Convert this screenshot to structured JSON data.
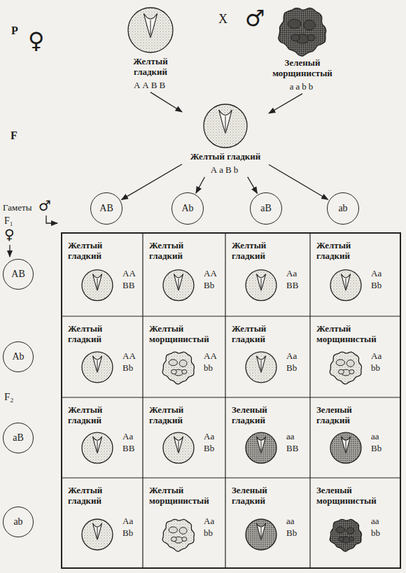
{
  "diagram": {
    "nodes": [
      {
        "text": [
          "Желтый гладкий",
          "AABB"
        ]
      },
      {
        "text": [
          "Зеленый морщинистый",
          "aabb"
        ]
      },
      {
        "text": [
          "Желтый гладкий",
          "AaBb"
        ]
      },
      {
        "text": [
          "AB"
        ]
      },
      {
        "text": [
          "Ab"
        ]
      },
      {
        "text": [
          "aB"
        ]
      },
      {
        "text": [
          "ab"
        ]
      },
      {
        "text": [
          "AB"
        ]
      },
      {
        "text": [
          "Ab"
        ]
      },
      {
        "text": [
          "aB"
        ]
      },
      {
        "text": [
          "ab"
        ]
      },
      {
        "text": [
          "Желтый гладкий",
          "AA BB"
        ]
      },
      {
        "text": [
          "Желтый гладкий",
          "AA Bb"
        ]
      },
      {
        "text": [
          "Желтый гладкий",
          "Aa BB"
        ]
      },
      {
        "text": [
          "Желтый гладкий",
          "Aa Bb"
        ]
      },
      {
        "text": [
          "Желтый гладкий",
          "AA Bb"
        ]
      },
      {
        "text": [
          "Желтый морщинистый",
          "AA bb"
        ]
      },
      {
        "text": [
          "Желтый гладкий",
          "Aa Bb"
        ]
      },
      {
        "text": [
          "Желтый морщинистый",
          "Aa bb"
        ]
      },
      {
        "text": [
          "Желтый гладкий",
          "Aa BB"
        ]
      },
      {
        "text": [
          "Желтый гладкий",
          "Aa Bb"
        ]
      },
      {
        "text": [
          "Зеленый гладкий",
          "aa BB"
        ]
      },
      {
        "text": [
          "Зеленый гладкий",
          "aa Bb"
        ]
      },
      {
        "text": [
          "Желтый гладкий",
          "Aa Bb"
        ]
      },
      {
        "text": [
          "Желтый морщинистый",
          "Aa bb"
        ]
      },
      {
        "text": [
          "Зеленый гладкий",
          "aa Bb"
        ]
      },
      {
        "text": [
          "Зеленый морщинистый",
          "aa bb"
        ]
      }
    ],
    "edges": [
      {
        "from": 0,
        "to": 2,
        "arrow": "to"
      },
      {
        "from": 1,
        "to": 2,
        "arrow": "to"
      },
      {
        "from": 2,
        "to": 3,
        "arrow": "to"
      },
      {
        "from": 2,
        "to": 4,
        "arrow": "to"
      },
      {
        "from": 2,
        "to": 5,
        "arrow": "to"
      },
      {
        "from": 2,
        "to": 6,
        "arrow": "to"
      }
    ],
    "labels": [
      "P",
      "♀",
      "X",
      "♂",
      "F",
      "Гаметы",
      "♂",
      "F₁",
      "♀",
      "F₂"
    ]
  }
}
